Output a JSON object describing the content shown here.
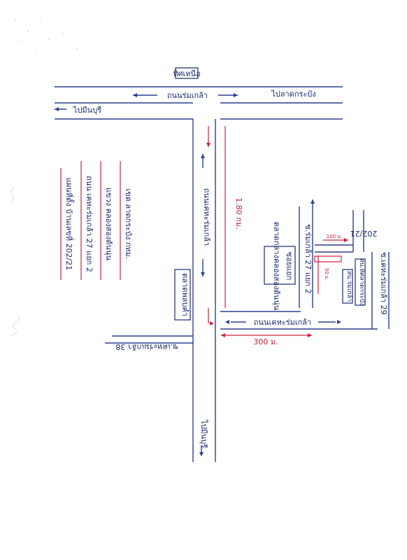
{
  "map": {
    "north_label": "ทิศเหนือ",
    "top_road": "ถนนร่มเกล้า",
    "top_right_direction": "ไปลาดกระบัง",
    "top_left_direction": "ไปมีนบุรี",
    "bottom_direction": "ไปมีนบุรี",
    "vertical_road": "ถนนเคหะร่มเกล้า",
    "vertical_distance": "1.80 กม.",
    "lower_road": "ถนนเคหะร่มเกล้า",
    "lower_distance": "300 ม.",
    "soi_rom_klao_27": "ซ.ร่มเกล้า 27 แยก 2",
    "soi_left": "ซ.เคหะร่มเกล้า 38",
    "soi_right": "ซ.เคหะร่มเกล้า 29",
    "landmark_left": "ตลาดพลบค่ำ",
    "landmark_center": "ตลาดกลางคลองสองต้นนุ่น",
    "landmark_center_2": "ซอยแยก",
    "house_no": "202/21",
    "short_dist_1": "100 ม.",
    "short_dist_2": "50 ม.",
    "police_label": "สน.ร่มเกล้า",
    "school_label": "สน.ทิศลาดกระบัง",
    "address_lines": [
      "แผนที่ตั้ง   บ้านเลขที่ 202/21",
      "ถนน เคหะร่มเกล้า 27 แยก 2",
      "แขวง คลองสองต้นนุ่น",
      "เขต ลาดกระบัง  กทม."
    ]
  }
}
